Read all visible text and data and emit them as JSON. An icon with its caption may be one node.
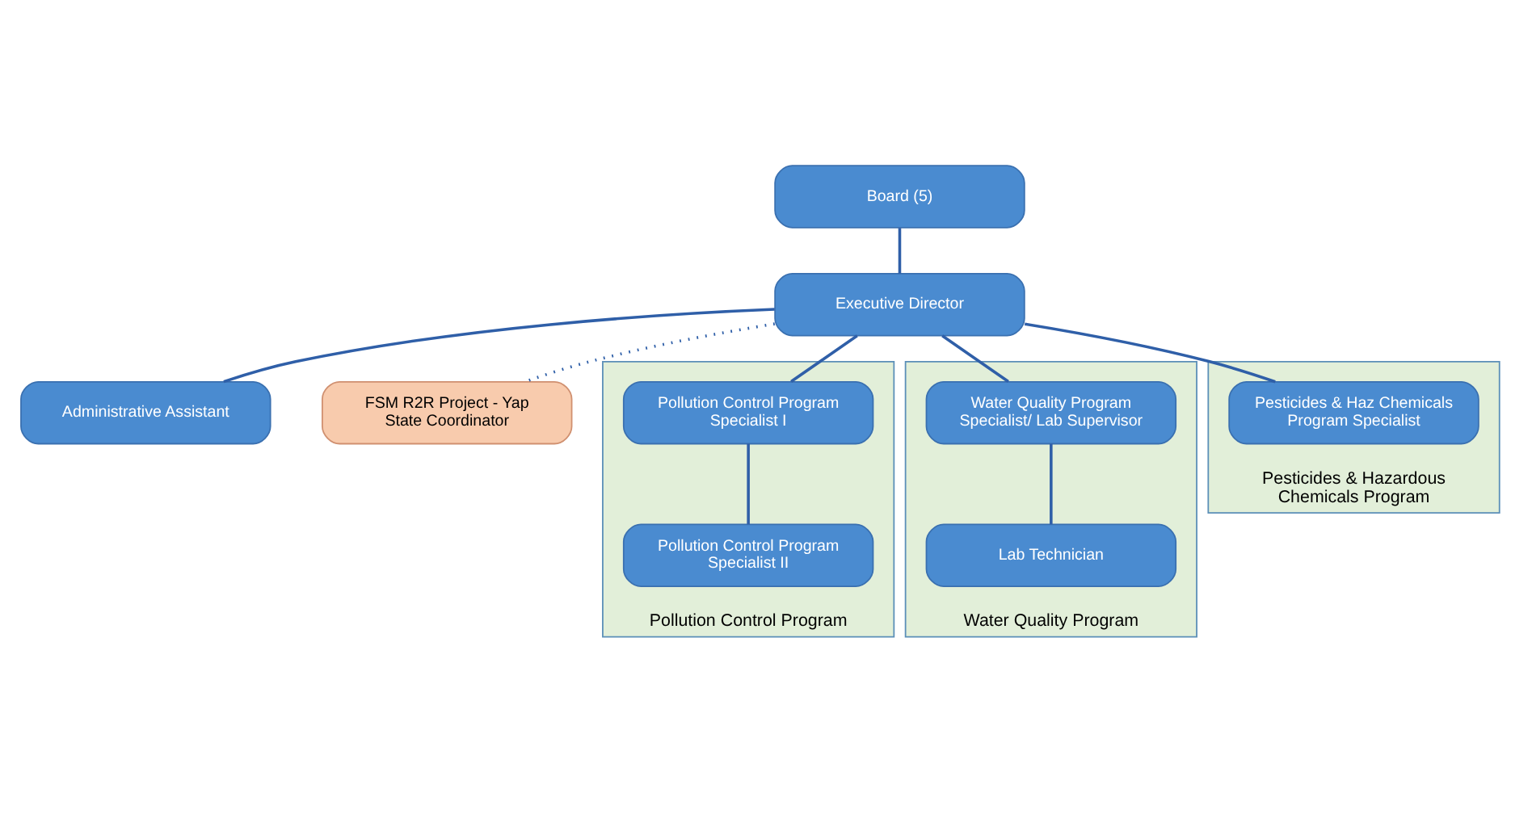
{
  "diagram": {
    "nodes": [
      {
        "text": [
          "Board (5)"
        ]
      },
      {
        "text": [
          "Executive Director"
        ]
      },
      {
        "text": [
          "Administrative Assistant"
        ]
      },
      {
        "text": [
          "FSM R2R Project - Yap State Coordinator"
        ]
      },
      {
        "text": [
          "Pollution Control Program"
        ]
      },
      {
        "text": [
          "Pollution Control Program Specialist I"
        ],
        "in": 4
      },
      {
        "text": [
          "Pollution Control Program Specialist II"
        ],
        "in": 4
      },
      {
        "text": [
          "Water Quality Program"
        ]
      },
      {
        "text": [
          "Water Quality Program Specialist/ Lab Supervisor"
        ],
        "in": 7
      },
      {
        "text": [
          "Lab Technician"
        ],
        "in": 7
      },
      {
        "text": [
          "Pesticides & Hazardous Chemicals Program"
        ]
      },
      {
        "text": [
          "Pesticides & Haz Chemicals Program Specialist"
        ],
        "in": 10
      }
    ],
    "edges": [
      {
        "from": 0,
        "to": 1,
        "arrow": "none"
      },
      {
        "from": 1,
        "to": 3,
        "arrow": "none",
        "style": "dashed"
      },
      {
        "from": 1,
        "to": 2,
        "arrow": "none"
      },
      {
        "from": 1,
        "to": 5,
        "arrow": "none"
      },
      {
        "from": 1,
        "to": 8,
        "arrow": "none"
      },
      {
        "from": 1,
        "to": 11,
        "arrow": "none"
      },
      {
        "from": 5,
        "to": 6,
        "arrow": "none"
      },
      {
        "from": 8,
        "to": 9,
        "arrow": "none"
      }
    ]
  }
}
